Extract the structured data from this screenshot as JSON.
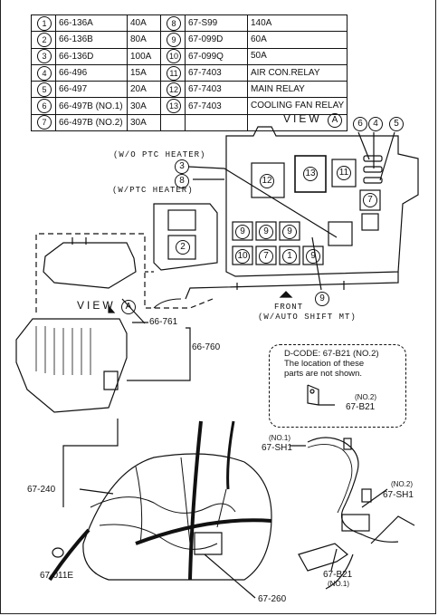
{
  "parts_table": {
    "rows": [
      {
        "l_num": "1",
        "l_part": "66-136A",
        "l_rating": "40A",
        "r_num": "8",
        "r_part": "67-S99",
        "r_rating": "140A"
      },
      {
        "l_num": "2",
        "l_part": "66-136B",
        "l_rating": "80A",
        "r_num": "9",
        "r_part": "67-099D",
        "r_rating": "60A"
      },
      {
        "l_num": "3",
        "l_part": "66-136D",
        "l_rating": "100A",
        "r_num": "10",
        "r_part": "67-099Q",
        "r_rating": "50A"
      },
      {
        "l_num": "4",
        "l_part": "66-496",
        "l_rating": "15A",
        "r_num": "11",
        "r_part": "67-7403",
        "r_rating": "AIR CON.RELAY"
      },
      {
        "l_num": "5",
        "l_part": "66-497",
        "l_rating": "20A",
        "r_num": "12",
        "r_part": "67-7403",
        "r_rating": "MAIN RELAY"
      },
      {
        "l_num": "6",
        "l_part": "66-497B (NO.1)",
        "l_rating": "30A",
        "r_num": "13",
        "r_part": "67-7403",
        "r_rating": "COOLING FAN RELAY"
      },
      {
        "l_num": "7",
        "l_part": "66-497B (NO.2)",
        "l_rating": "30A",
        "r_num": "",
        "r_part": "",
        "r_rating": ""
      }
    ]
  },
  "fusebox": {
    "view_label": "VIEW",
    "view_letter": "A",
    "wo_ptc": "(W/O PTC HEATER)",
    "w_ptc": "(W/PTC HEATER)",
    "front": "FRONT",
    "w_auto": "(W/AUTO SHIFT MT)",
    "callouts": {
      "c3": "3",
      "c8": "8",
      "c6": "6",
      "c4": "4",
      "c5": "5",
      "c9": "9",
      "c12": "12",
      "c13": "13",
      "c11": "11",
      "c7": "7",
      "c2": "2",
      "r1a": "9",
      "r1b": "9",
      "r1c": "9",
      "r2a": "10",
      "r2b": "7",
      "r2c": "1",
      "r2d": "9"
    }
  },
  "housing": {
    "view_label": "VIEW",
    "view_letter": "A",
    "p1": "66-761",
    "p2": "66-760"
  },
  "dcode_note": {
    "title": "D-CODE: 67-B21 (NO.2)",
    "line1": "The location of these",
    "line2": "parts are not shown.",
    "part_no": "(NO.2)",
    "part": "67-B21"
  },
  "harness": {
    "p_67_240": "67-240",
    "p_67_011e": "67-011E",
    "p_67_260": "67-260",
    "sh1_no1": "(NO.1)",
    "sh1_no1_part": "67-SH1",
    "sh1_no2": "(NO.2)",
    "sh1_no2_part": "67-SH1",
    "b21": "67-B21",
    "b21_no": "(NO.1)"
  }
}
